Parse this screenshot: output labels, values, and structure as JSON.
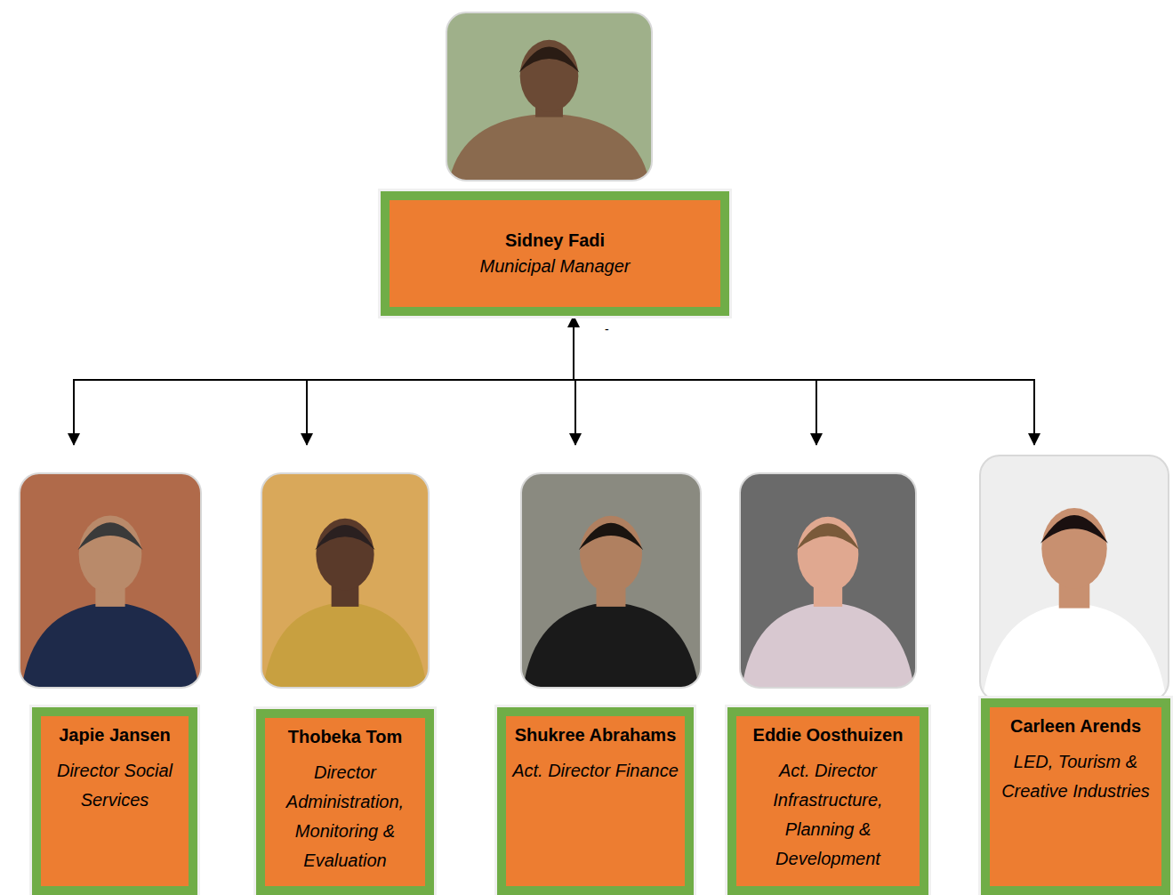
{
  "diagram": {
    "nodes": [
      {
        "text": [
          "Sidney Fadi",
          "Municipal Manager"
        ]
      },
      {
        "text": [
          "Japie Jansen",
          "Director Social Services"
        ]
      },
      {
        "text": [
          "Thobeka Tom",
          "Director Administration, Monitoring & Evaluation"
        ]
      },
      {
        "text": [
          "Shukree Abrahams",
          "Act. Director Finance"
        ]
      },
      {
        "text": [
          "Eddie Oosthuizen",
          "Act. Director Infrastructure, Planning & Development"
        ]
      },
      {
        "text": [
          "Carleen Arends",
          "LED, Tourism & Creative Industries"
        ]
      }
    ],
    "edges": [
      {
        "from": 0,
        "to": 1,
        "arrow": "to"
      },
      {
        "from": 0,
        "to": 2,
        "arrow": "to"
      },
      {
        "from": 0,
        "to": 3,
        "arrow": "both"
      },
      {
        "from": 0,
        "to": 4,
        "arrow": "to"
      },
      {
        "from": 0,
        "to": 5,
        "arrow": "to"
      }
    ],
    "labels": [
      "-"
    ]
  }
}
